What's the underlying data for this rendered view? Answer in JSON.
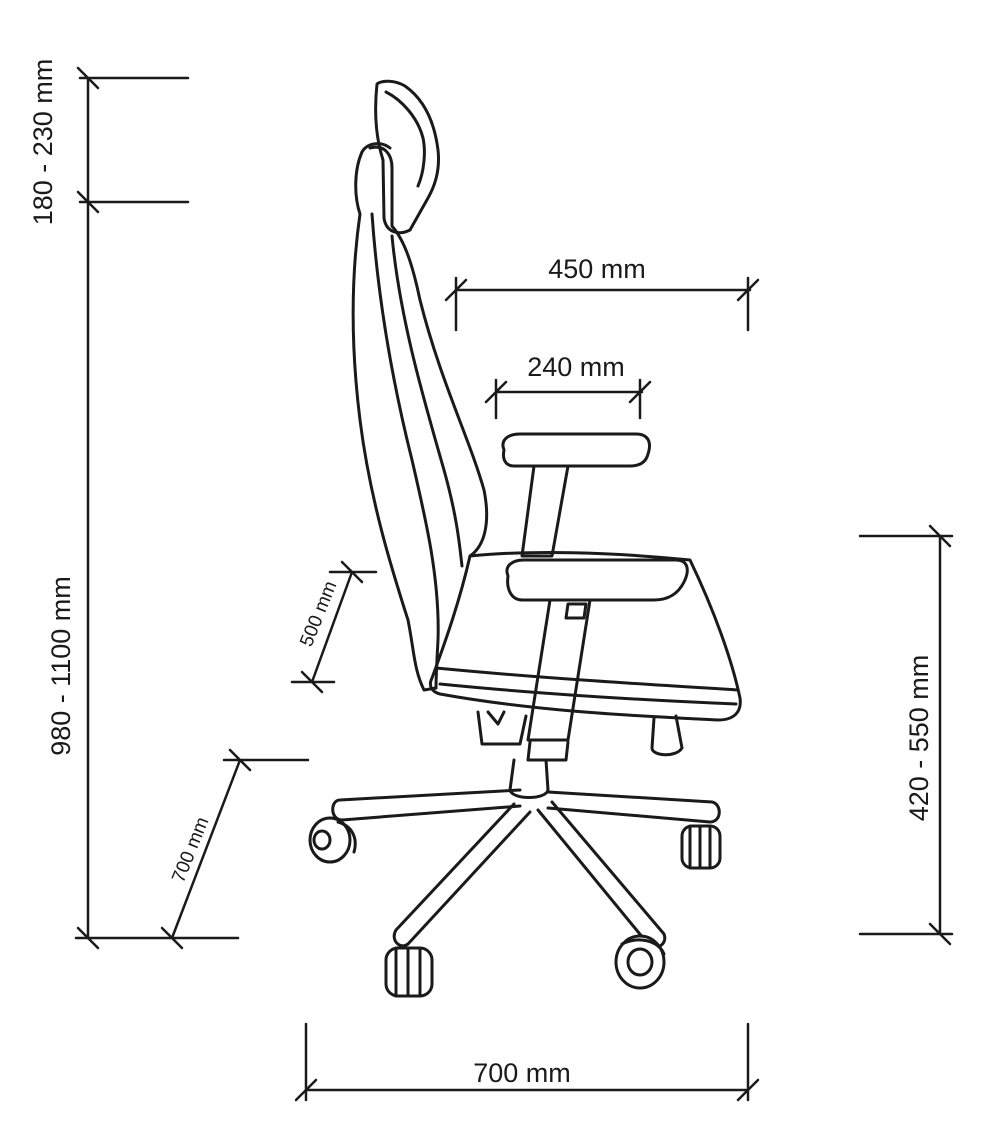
{
  "diagram": {
    "dimensions": {
      "headrest_adjust": "180 - 230 mm",
      "total_height": "980 - 1100 mm",
      "seat_height": "420 - 550 mm",
      "seat_depth": "450 mm",
      "armrest_depth": "240 mm",
      "backrest_height": "500 mm",
      "base_depth": "700 mm",
      "base_width": "700 mm"
    }
  }
}
